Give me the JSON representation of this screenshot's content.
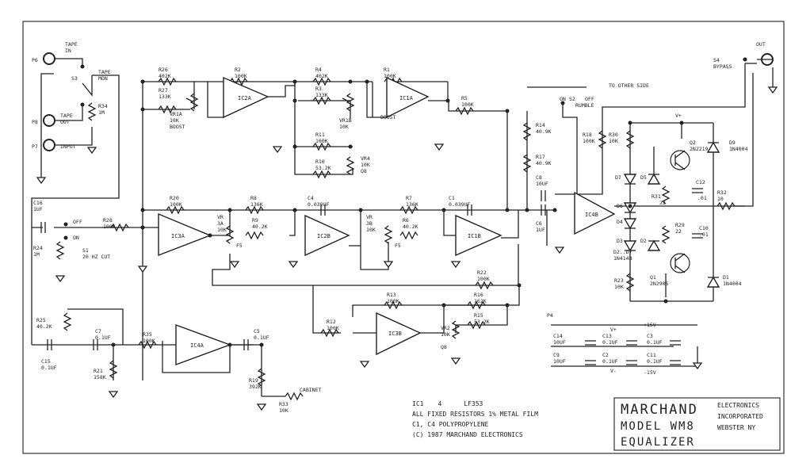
{
  "opamps": [
    {
      "id": "IC2A",
      "text": "IC2A"
    },
    {
      "id": "IC1A",
      "text": "IC1A"
    },
    {
      "id": "IC3A",
      "text": "IC3A"
    },
    {
      "id": "IC2B",
      "text": "IC2B"
    },
    {
      "id": "IC1B",
      "text": "IC1B"
    },
    {
      "id": "IC4B",
      "text": "IC4B"
    },
    {
      "id": "IC3B",
      "text": "IC3B"
    },
    {
      "id": "IC4A",
      "text": "IC4A"
    }
  ],
  "labels": [
    "P6",
    "TAPE",
    "IN",
    "S3",
    "TAPE",
    "MON",
    "P8",
    "TAPE",
    "OUT",
    "R34",
    "1M",
    "P7",
    "INPUT",
    "R26",
    "402K",
    "R2",
    "100K",
    "R4",
    "402K",
    "R1",
    "100K",
    "R27",
    "133K",
    "VR1A",
    "10K",
    "BOOST",
    "R3",
    "133K",
    "VR1B",
    "10K",
    "BOOST",
    "R5",
    "100K",
    "R11",
    "100K",
    "R10",
    "53.2K",
    "VR4",
    "10K",
    "Q8",
    "TO OTHER SIDE",
    "S2",
    "RUMBLE",
    "ON",
    "OFF",
    "R14",
    "40.9K",
    "R17",
    "40.9K",
    "S4",
    "BYPASS",
    "OUT",
    "V+",
    "Q2",
    "2N2219",
    "D9",
    "1N4004",
    "R18",
    "100K",
    "R30",
    "10K",
    "D7",
    "D5",
    "R31",
    "22",
    "C12",
    ".01",
    "R32",
    "10",
    "D6",
    "D4",
    "D3",
    "D2",
    "R29",
    "22",
    "C10",
    ".01",
    "R23",
    "10K",
    "D2..D7",
    "1N4148",
    "Q1",
    "2N2905",
    "D1",
    "1N4004",
    "C16",
    "1UF",
    "R28",
    "100K",
    "OFF",
    "ON",
    "S1",
    "20 HZ CUT",
    "R24",
    "1M",
    "R20",
    "100K",
    "R8",
    "136K",
    "C4",
    "0.039UF",
    "R7",
    "136K",
    "C1",
    "0.039UF",
    "VR",
    "3A",
    "10K",
    "R9",
    "40.2K",
    "VR",
    "3B",
    "10K",
    "R6",
    "40.2K",
    "F5",
    "F5",
    "C8",
    "10UF",
    "C6",
    "1UF",
    "R22",
    "100K",
    "R13",
    "100K",
    "R16",
    "162K",
    "R15",
    "53.2K",
    "R12",
    "100K",
    "VR2",
    "10K",
    "Q8",
    "R25",
    "40.2K",
    "C7",
    "0.1UF",
    "R35",
    "100K",
    "C5",
    "0.1UF",
    "C15",
    "0.1UF",
    "R21",
    "158K",
    "R19",
    "392K",
    "R33",
    "10K",
    "CABINET",
    "P4",
    "C14",
    "10UF",
    "C13",
    "0.1UF",
    "C9",
    "10UF",
    "C2",
    "0.1UF",
    "C3",
    "0.1UF",
    "C11",
    "0.1UF",
    "V+",
    "V-",
    "+15V",
    "-15V"
  ],
  "notes": {
    "line1_a": "IC1",
    "line1_b": "4",
    "line1_c": "LF353",
    "line2": "ALL FIXED RESISTORS 1% METAL FILM",
    "line3": "C1, C4 POLYPROPYLENE",
    "line4": "(C) 1987 MARCHAND ELECTRONICS"
  },
  "title_block": {
    "company_big": "MARCHAND",
    "model": "MODEL  WM8",
    "product": "EQUALIZER",
    "company_1": "ELECTRONICS",
    "company_2": "INCORPORATED",
    "company_3": "WEBSTER NY"
  }
}
